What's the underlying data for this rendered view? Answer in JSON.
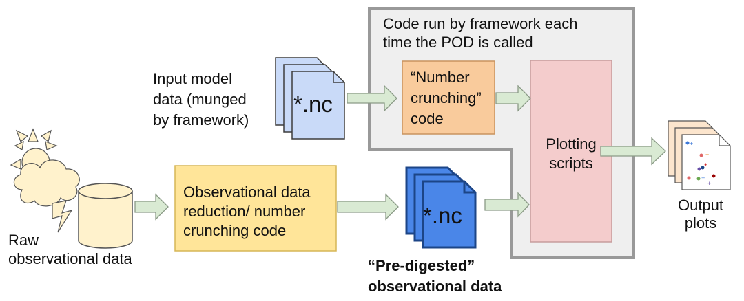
{
  "framework_box": {
    "label": "Code run by framework each\ntime the POD is called"
  },
  "input_model_data": {
    "label": "Input model\ndata (munged\nby framework)",
    "file_label": "*.nc"
  },
  "number_crunching": {
    "label": "“Number\ncrunching”\ncode"
  },
  "plotting_scripts": {
    "label": "Plotting\nscripts"
  },
  "raw_obs": {
    "label": "Raw\nobservational data"
  },
  "obs_reduction": {
    "label": "Observational data\nreduction/ number\ncrunching code"
  },
  "pre_digested": {
    "label": "“Pre-digested”\nobservational data",
    "file_label": "*.nc"
  },
  "output_plots": {
    "label": "Output\nplots"
  },
  "colors": {
    "framework_bg": "#efefef",
    "framework_border": "#999999",
    "model_file_fill": "#c9daf8",
    "model_file_stroke": "#3d3d3d",
    "obs_file_fill": "#4a86e8",
    "obs_file_stroke": "#1c4587",
    "crunch_fill": "#f9cb9c",
    "crunch_stroke": "#c9935e",
    "plot_fill": "#f4cccc",
    "plot_stroke": "#c79d9d",
    "reduction_fill": "#ffe599",
    "reduction_stroke": "#d6b656",
    "cylinder_fill": "#fff2cc",
    "arrow_fill": "#d9ead3",
    "arrow_stroke": "#8a9a86",
    "output_fill": "#fce5cd",
    "sun_fill": "#fff2cc",
    "cloud_fill": "#fff2cc",
    "bolt_fill": "#fff2cc"
  },
  "icons": [
    "sun-icon",
    "cloud-icon",
    "lightning-icon",
    "database-cylinder-icon",
    "file-stack-icon",
    "plot-stack-icon"
  ]
}
